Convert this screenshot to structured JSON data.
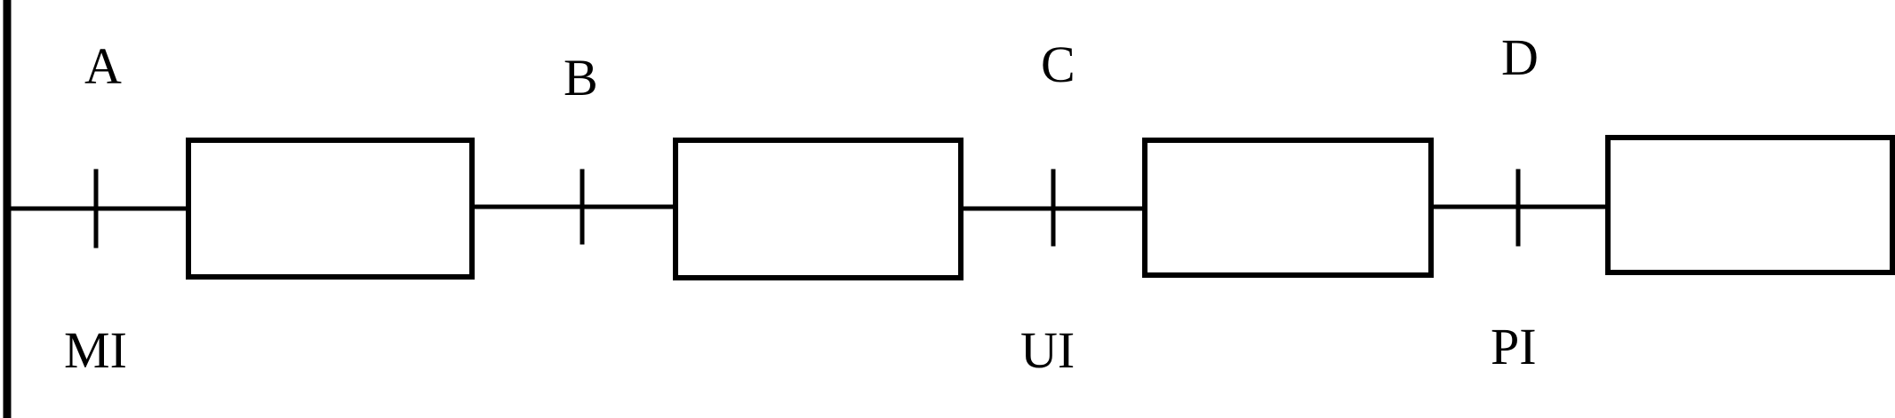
{
  "points": [
    {
      "top_label": "A",
      "bottom_label": "MI"
    },
    {
      "top_label": "B",
      "bottom_label": ""
    },
    {
      "top_label": "C",
      "bottom_label": "UI"
    },
    {
      "top_label": "D",
      "bottom_label": "PI"
    }
  ],
  "colors": {
    "line": "#000000",
    "background": "#ffffff"
  }
}
